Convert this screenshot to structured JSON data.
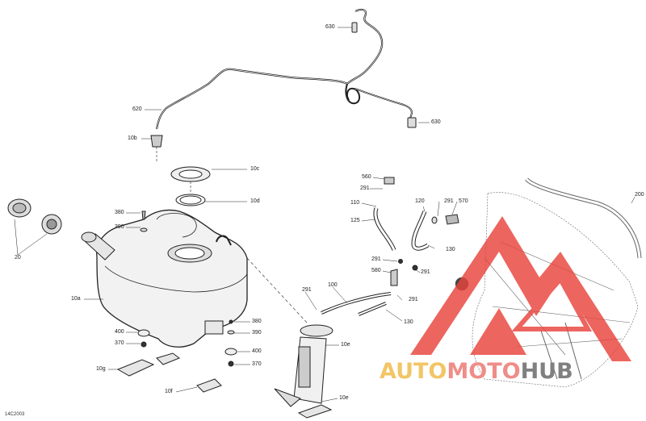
{
  "labels": {
    "l630a": "630",
    "l630b": "630",
    "l620": "620",
    "l10b": "10b",
    "l10c": "10c",
    "l10d": "10d",
    "l380a": "380",
    "l390a": "390",
    "l20": "20",
    "l10a": "10a",
    "l400a": "400",
    "l370a": "370",
    "l10g": "10g",
    "l10f": "10f",
    "l380b": "380",
    "l390b": "390",
    "l400b": "400",
    "l370b": "370",
    "l560": "560",
    "l291a": "291",
    "l110": "110",
    "l120": "120",
    "l291b": "291",
    "l570": "570",
    "l125": "125",
    "l130a": "130",
    "l291c": "291",
    "l580": "580",
    "l291d": "291",
    "l291e": "291",
    "l100": "100",
    "l291f": "291",
    "l130b": "130",
    "l10e": "10e",
    "l10e2": "10e",
    "l200": "200"
  },
  "drawing_code": "14C2003",
  "watermark": {
    "part1": "AUTO",
    "part2": "MOTO",
    "part3": "HUB"
  },
  "colors": {
    "watermark_red": "#e8443c",
    "watermark_yellow": "#f2c566",
    "watermark_grey": "#808080",
    "line": "#222222"
  }
}
